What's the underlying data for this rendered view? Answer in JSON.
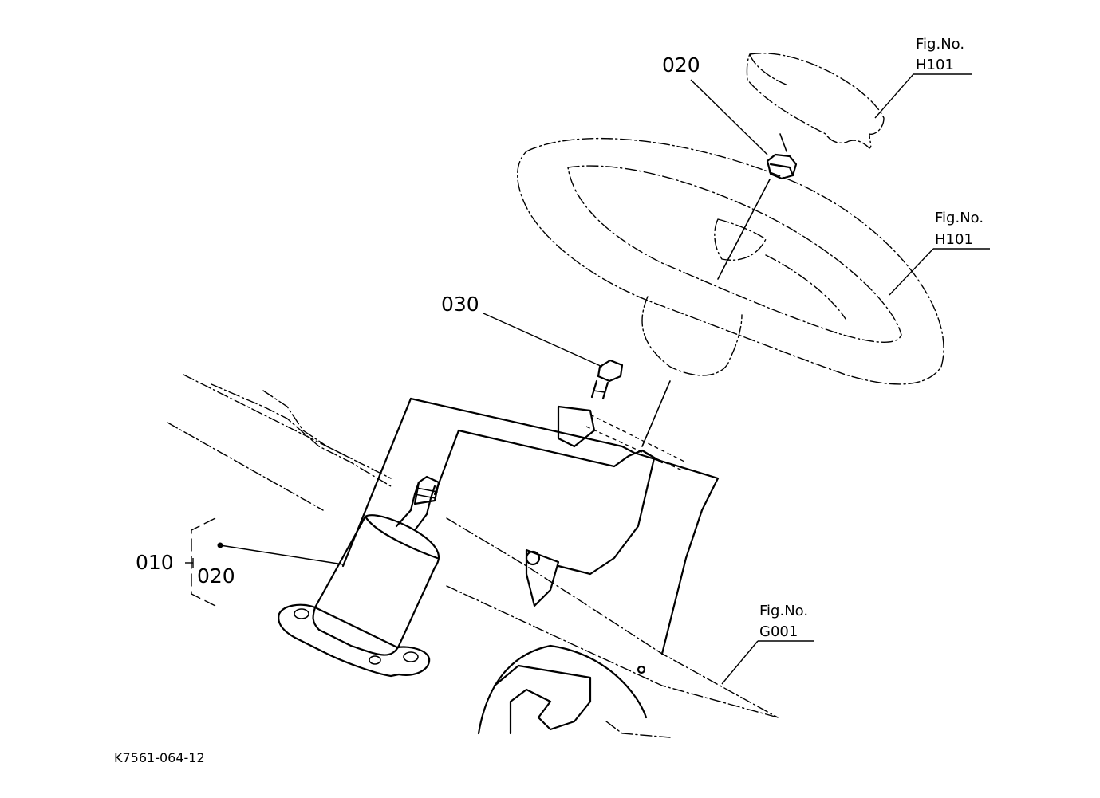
{
  "diagram": {
    "drawing_id": "K7561-064-12",
    "callouts": {
      "nut_top": "020",
      "bolt": "030",
      "assembly_main": "010",
      "assembly_sub": "020"
    },
    "figure_refs": [
      {
        "label": "Fig.No.",
        "number": "H101"
      },
      {
        "label": "Fig.No.",
        "number": "H101"
      },
      {
        "label": "Fig.No.",
        "number": "G001"
      }
    ]
  }
}
